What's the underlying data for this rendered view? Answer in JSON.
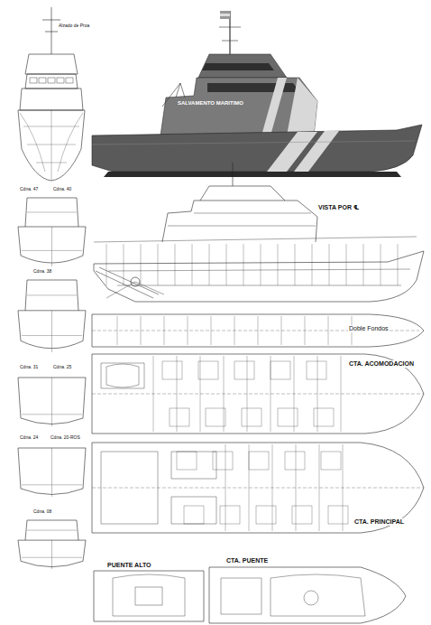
{
  "diagram": {
    "labels": [
      "Alzado de Proa",
      "SALVAMENTO MARITIMO",
      "VISTA POR ℄",
      "Doble Fondos",
      "CTA. ACOMODACION",
      "CTA. PRINCIPAL",
      "PUENTE ALTO",
      "CTA. PUENTE",
      "Cdna. 47",
      "Cdna. 40",
      "Cdna. 38",
      "Cdna. 31",
      "Cdna. 25",
      "Cdna. 24",
      "Cdna. 20-ROS",
      "Cdna. 08"
    ]
  }
}
